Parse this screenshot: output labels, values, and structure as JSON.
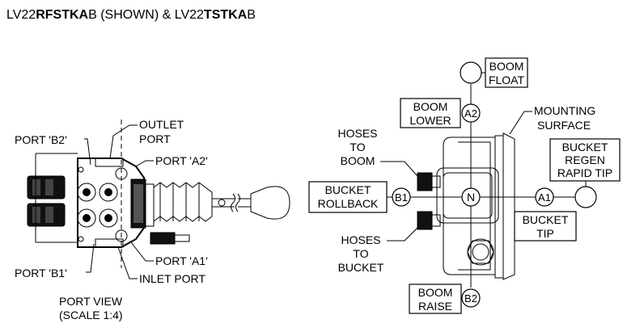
{
  "title": {
    "part1": "LV22",
    "part2": "RFSTKA",
    "part3": "B (SHOWN) & LV22",
    "part4": "TSTKA",
    "part5": "B"
  },
  "port_view": {
    "labels": {
      "port_b2": "PORT 'B2'",
      "outlet_line1": "OUTLET",
      "outlet_line2": "PORT",
      "port_a2": "PORT 'A2'",
      "port_b1": "PORT 'B1'",
      "port_a1": "PORT 'A1'",
      "inlet": "INLET PORT"
    },
    "caption_line1": "PORT VIEW",
    "caption_line2": "(SCALE 1:4)"
  },
  "side_view": {
    "boom_float": [
      "BOOM",
      "FLOAT"
    ],
    "boom_lower": [
      "BOOM",
      "LOWER"
    ],
    "mounting_surface": [
      "MOUNTING",
      "SURFACE"
    ],
    "hoses_to_boom": [
      "HOSES",
      "TO",
      "BOOM"
    ],
    "bucket_regen": [
      "BUCKET",
      "REGEN",
      "RAPID TIP"
    ],
    "bucket_rollback": [
      "BUCKET",
      "ROLLBACK"
    ],
    "bucket_tip": [
      "BUCKET",
      "TIP"
    ],
    "hoses_to_bucket": [
      "HOSES",
      "TO",
      "BUCKET"
    ],
    "boom_raise": [
      "BOOM",
      "RAISE"
    ],
    "positions": {
      "a2": "A2",
      "b1": "B1",
      "n": "N",
      "a1": "A1",
      "b2": "B2"
    }
  }
}
